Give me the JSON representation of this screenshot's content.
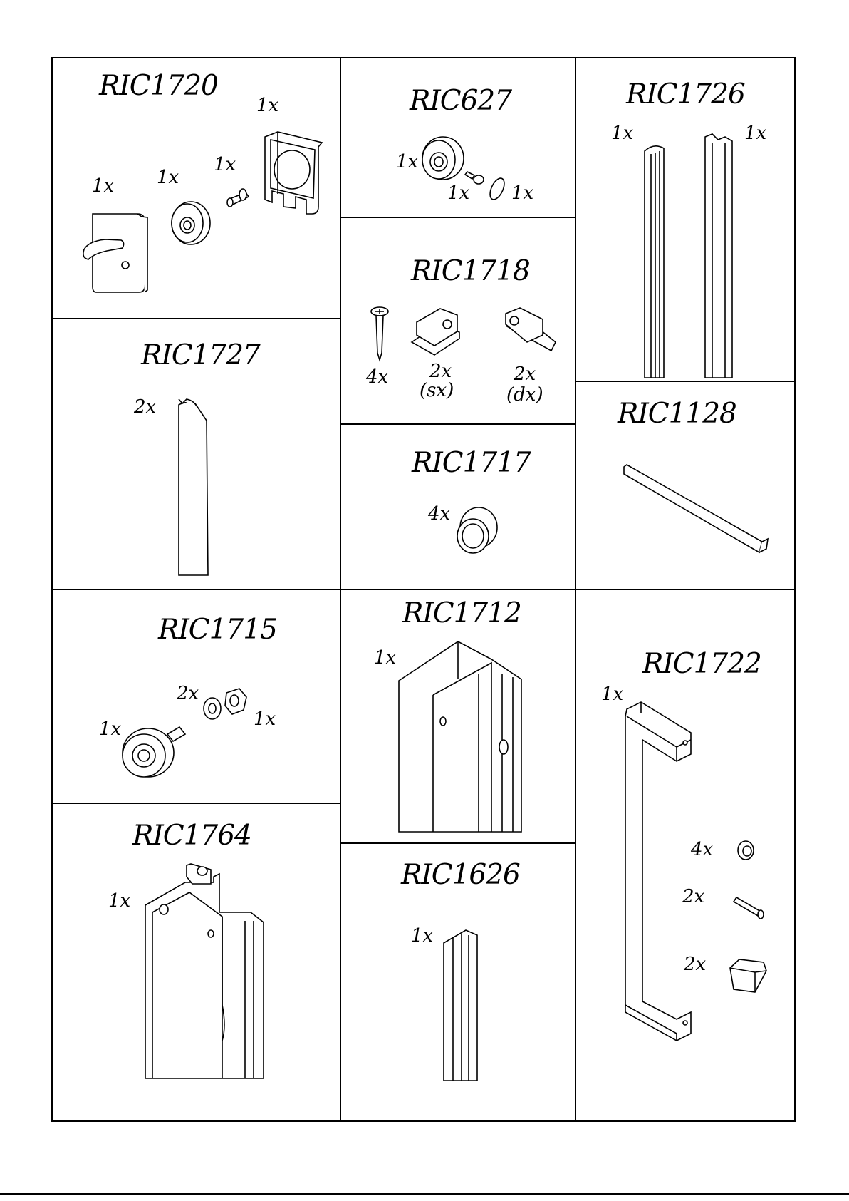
{
  "panels": {
    "ric1720": {
      "code": "RIC1720",
      "qty": [
        "1x",
        "1x",
        "1x",
        "1x"
      ]
    },
    "ric627": {
      "code": "RIC627",
      "qty": [
        "1x",
        "1x",
        "1x"
      ]
    },
    "ric1726": {
      "code": "RIC1726",
      "qty": [
        "1x",
        "1x"
      ]
    },
    "ric1718": {
      "code": "RIC1718",
      "qty": [
        "4x",
        "2x",
        "2x"
      ],
      "sides": [
        "(sx)",
        "(dx)"
      ]
    },
    "ric1727": {
      "code": "RIC1727",
      "qty": [
        "2x"
      ]
    },
    "ric1717": {
      "code": "RIC1717",
      "qty": [
        "4x"
      ]
    },
    "ric1128": {
      "code": "RIC1128"
    },
    "ric1715": {
      "code": "RIC1715",
      "qty": [
        "2x",
        "1x",
        "1x"
      ]
    },
    "ric1712": {
      "code": "RIC1712",
      "qty": [
        "1x"
      ]
    },
    "ric1722": {
      "code": "RIC1722",
      "qty": [
        "1x",
        "4x",
        "2x",
        "2x"
      ]
    },
    "ric1764": {
      "code": "RIC1764",
      "qty": [
        "1x"
      ]
    },
    "ric1626": {
      "code": "RIC1626",
      "qty": [
        "1x"
      ]
    }
  }
}
